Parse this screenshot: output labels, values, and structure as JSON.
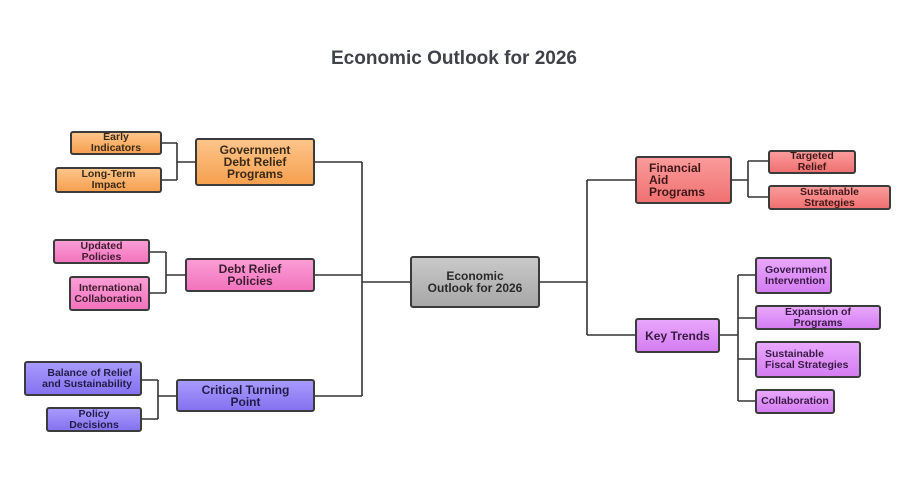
{
  "title": "Economic Outlook for 2026",
  "center": "Economic Outlook for 2026",
  "left": {
    "government_debt_relief": {
      "label": "Government Debt Relief Programs",
      "children": [
        "Early Indicators",
        "Long-Term Impact"
      ]
    },
    "debt_relief_policies": {
      "label": "Debt Relief Policies",
      "children": [
        "Updated Policies",
        "International Collaboration"
      ]
    },
    "critical_turning_point": {
      "label": "Critical Turning Point",
      "children": [
        "Balance of Relief and Sustainability",
        "Policy Decisions"
      ]
    }
  },
  "right": {
    "financial_aid": {
      "label": "Financial Aid Programs",
      "children": [
        "Targeted Relief",
        "Sustainable Strategies"
      ]
    },
    "key_trends": {
      "label": "Key Trends",
      "children": [
        "Government Intervention",
        "Expansion of Programs",
        "Sustainable Fiscal Strategies",
        "Collaboration"
      ]
    }
  },
  "colors": {
    "orange": "#f9b06a",
    "pink": "#f585c7",
    "violet": "#9482f5",
    "gray": "#b5b5b5",
    "red": "#f48585",
    "purple": "#dd8cf6",
    "line": "#333333"
  }
}
